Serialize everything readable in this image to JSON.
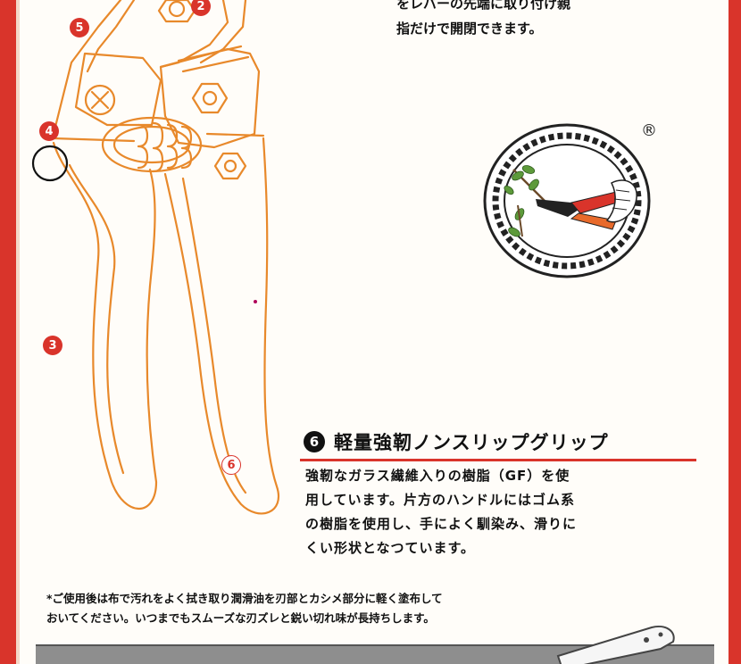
{
  "top_text": {
    "line1": "をレバーの先端に取り付け親",
    "line2": "指だけで開閉できます。"
  },
  "callouts": {
    "c2": "2",
    "c3": "3",
    "c4": "4",
    "c5": "5",
    "c6": "6"
  },
  "logo": {
    "registered_mark": "®"
  },
  "section": {
    "number": "6",
    "title": "軽量強靭ノンスリップグリップ",
    "body_lines": [
      "強靭なガラス繊維入りの樹脂（GF）を使",
      "用しています。片方のハンドルにはゴム系",
      "の樹脂を使用し、手によく馴染み、滑りに",
      "くい形状となつています。"
    ]
  },
  "note": {
    "line1": "*ご使用後は布で汚れをよく拭き取り潤滑油を刃部とカシメ部分に軽く塗布して",
    "line2": "おいてください。いつまでもスムーズな刃ズレと鋭い切れ味が長持ちします。"
  },
  "colors": {
    "accent_red": "#d9342b",
    "line_orange": "#e8892b",
    "text_black": "#111111"
  }
}
